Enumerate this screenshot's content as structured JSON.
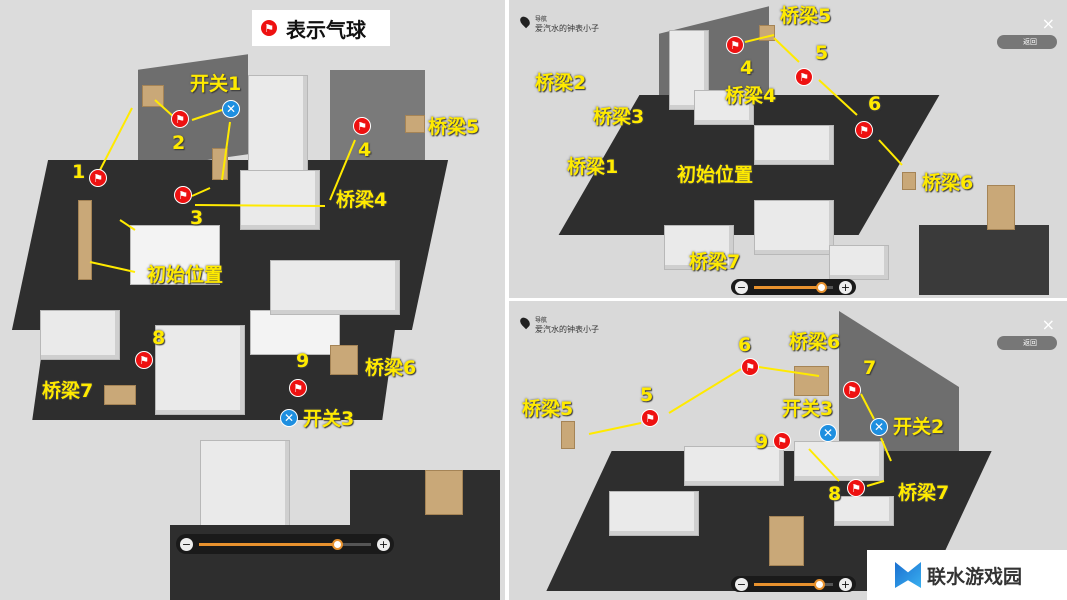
{
  "legend": {
    "icon": "red-flag-balloon-icon",
    "text": "表示气球"
  },
  "nav": {
    "title": "导航",
    "subtitle": "爱汽水的钟表小子",
    "back": "返回",
    "close": "×"
  },
  "zoom": {
    "minus": "−",
    "plus": "+",
    "level_p1": 0.8,
    "level_p2": 0.85,
    "level_p3": 0.82
  },
  "panel1": {
    "labels": [
      "桥梁5",
      "开关1",
      "1",
      "2",
      "3",
      "4",
      "桥梁4",
      "初始位置",
      "8",
      "9",
      "桥梁6",
      "桥梁7",
      "开关3"
    ]
  },
  "panel2": {
    "labels": [
      "桥梁5",
      "5",
      "4",
      "桥梁2",
      "桥梁4",
      "6",
      "桥梁3",
      "桥梁1",
      "初始位置",
      "桥梁6",
      "桥梁7"
    ]
  },
  "panel3": {
    "labels": [
      "桥梁6",
      "6",
      "7",
      "5",
      "桥梁5",
      "开关3",
      "开关2",
      "9",
      "8",
      "桥梁7"
    ]
  },
  "watermark": "联水游戏园",
  "colors": {
    "label": "#ffea00",
    "flag": "#ee1111",
    "switch": "#1e8fe0",
    "zoom_fill": "#e8922e"
  }
}
